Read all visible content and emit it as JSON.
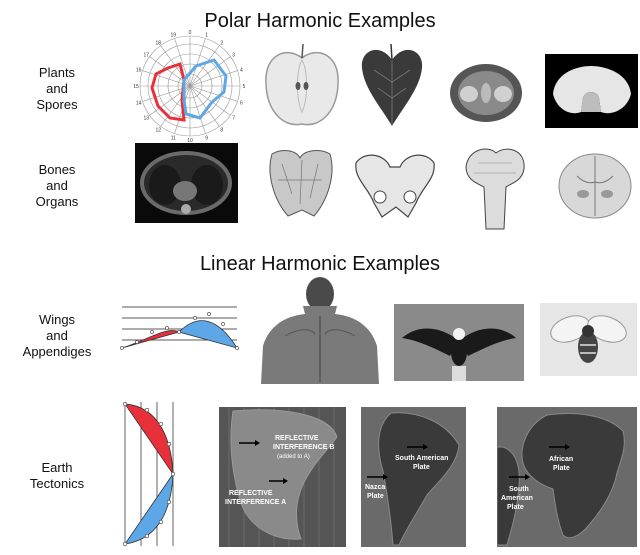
{
  "titles": {
    "polar": "Polar Harmonic Examples",
    "linear": "Linear Harmonic Examples"
  },
  "rows": {
    "plants": [
      "Plants",
      "and",
      "Spores"
    ],
    "bones": [
      "Bones",
      "and",
      "Organs"
    ],
    "wings": [
      "Wings",
      "and",
      "Appendiges"
    ],
    "earth": [
      "Earth",
      "Tectonics"
    ]
  },
  "polar_chart": {
    "ticks": [
      "0",
      "1",
      "2",
      "3",
      "4",
      "5",
      "6",
      "7",
      "8",
      "9",
      "10",
      "11",
      "12",
      "13",
      "14",
      "15",
      "16",
      "17",
      "18",
      "19"
    ]
  },
  "tectonics": {
    "panel_b": {
      "refl_b": [
        "REFLECTIVE",
        "INTERFERENCE B",
        "(added to A)"
      ],
      "refl_a": [
        "REFLECTIVE",
        "INTERFERENCE A"
      ]
    },
    "panel_c": {
      "south_american": [
        "South American",
        "Plate"
      ],
      "nazca": [
        "Nazca",
        "Plate"
      ]
    },
    "panel_d": {
      "african": [
        "African",
        "Plate"
      ],
      "south_american": [
        "South",
        "American",
        "Plate"
      ]
    }
  },
  "colors": {
    "red": "#e8303a",
    "blue": "#5ea7e6",
    "dark": "#444444",
    "black": "#111111"
  }
}
